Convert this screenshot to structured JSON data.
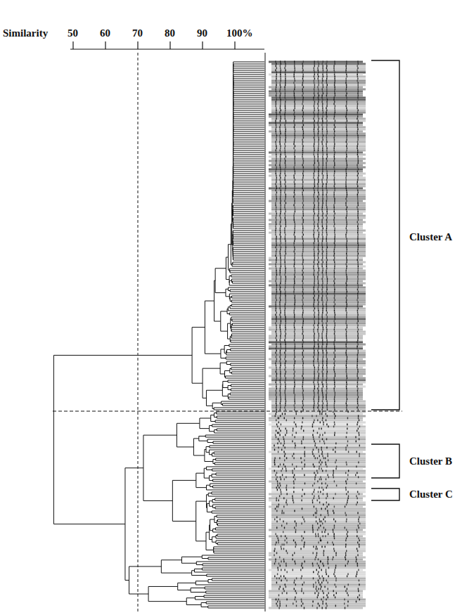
{
  "diagram": {
    "labels": [
      "Similarity",
      "50",
      "60",
      "70",
      "80",
      "90",
      "100%",
      "Cluster A",
      "Cluster B",
      "Cluster C"
    ]
  }
}
